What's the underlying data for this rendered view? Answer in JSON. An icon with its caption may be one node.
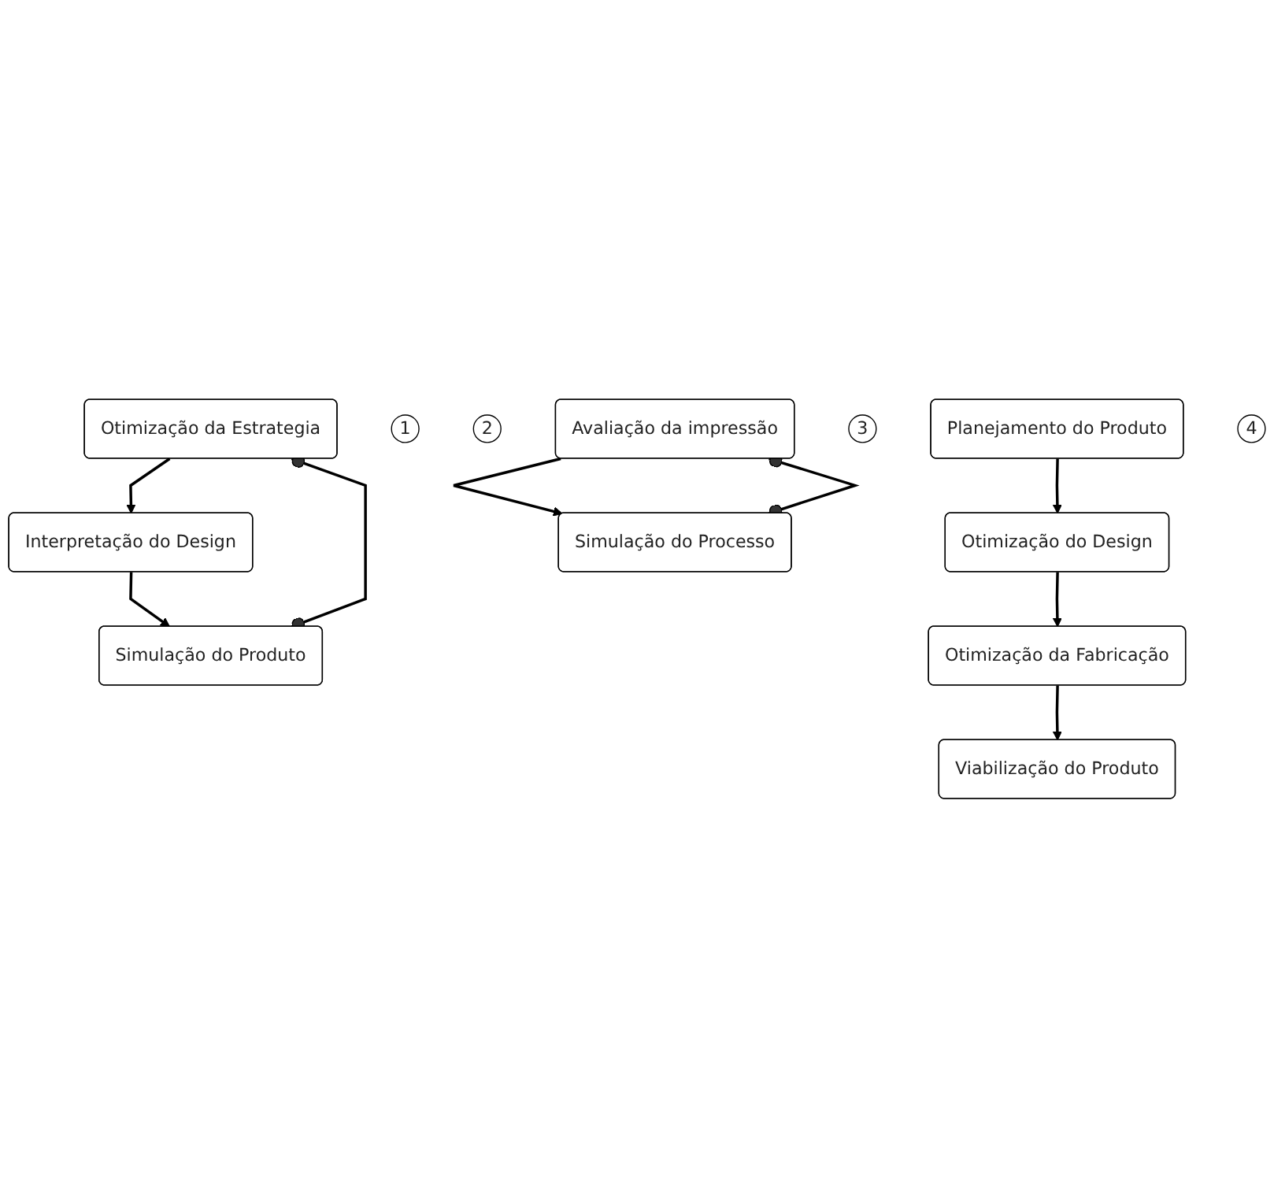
{
  "diagram": {
    "nodes": [
      {
        "text": [
          "Planejamento do Produto"
        ]
      },
      {
        "text": [
          "1"
        ]
      },
      {
        "text": [
          "Otimização do Design"
        ]
      },
      {
        "text": [
          "2"
        ]
      },
      {
        "text": [
          "Otimização da Estrategia"
        ]
      },
      {
        "text": [
          "Interpretação do Design"
        ]
      },
      {
        "text": [
          "Simulação do Produto"
        ]
      },
      {
        "text": [
          "Otimização da Fabricação"
        ]
      },
      {
        "text": [
          "3"
        ]
      },
      {
        "text": [
          "Avaliação da impressão"
        ]
      },
      {
        "text": [
          "Simulação do Processo"
        ]
      },
      {
        "text": [
          "Viabilização do Produto"
        ]
      },
      {
        "text": [
          "4"
        ]
      }
    ],
    "edges": [
      {
        "from": 0,
        "to": 2,
        "arrow": "to"
      },
      {
        "from": 2,
        "to": 7,
        "arrow": "to"
      },
      {
        "from": 7,
        "to": 11,
        "arrow": "to"
      },
      {
        "from": 4,
        "to": 5,
        "arrow": "to"
      },
      {
        "from": 5,
        "to": 6,
        "arrow": "to"
      },
      {
        "from": 4,
        "to": 6,
        "arrow": "other"
      },
      {
        "from": 9,
        "to": 10,
        "arrow": "to"
      },
      {
        "from": 9,
        "to": 10,
        "arrow": "other"
      }
    ]
  }
}
